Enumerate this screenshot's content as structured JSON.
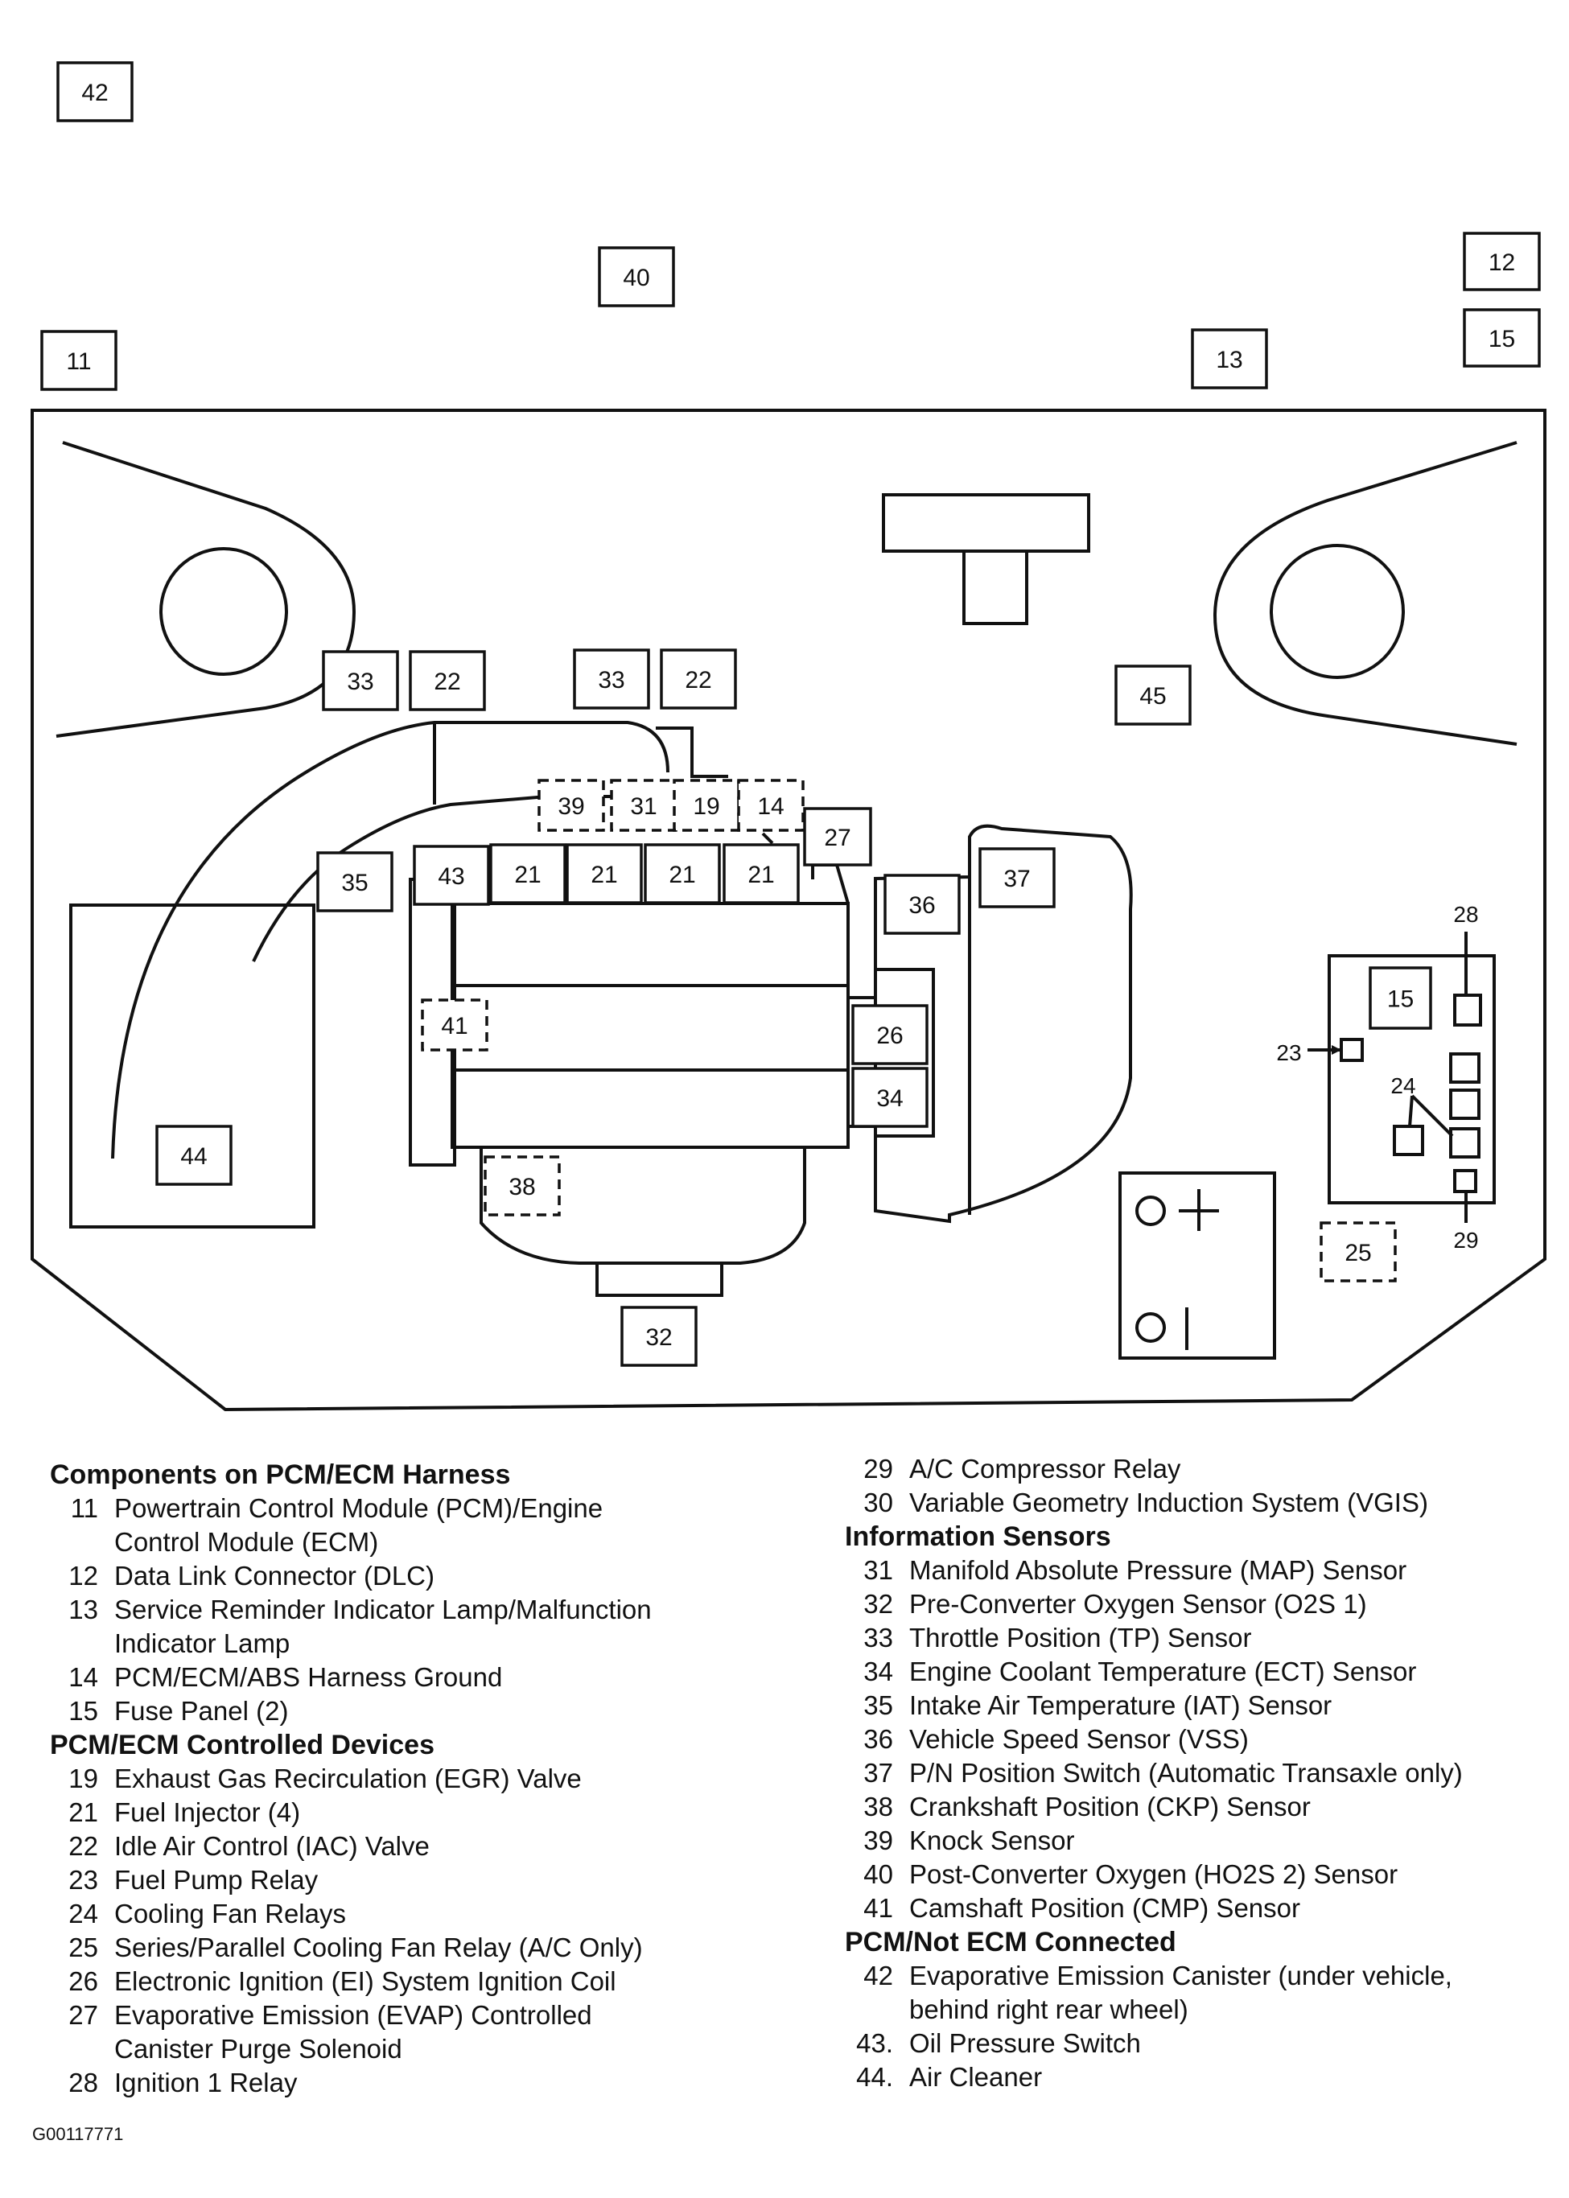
{
  "diagram": {
    "callouts": {
      "c42": "42",
      "c40": "40",
      "c12": "12",
      "c15a": "15",
      "c11": "11",
      "c13": "13",
      "c33a": "33",
      "c22a": "22",
      "c33b": "33",
      "c22b": "22",
      "c45": "45",
      "c39": "39",
      "c31": "31",
      "c19": "19",
      "c14": "14",
      "c27": "27",
      "c35": "35",
      "c43": "43",
      "c21a": "21",
      "c21b": "21",
      "c21c": "21",
      "c21d": "21",
      "c37": "37",
      "c36": "36",
      "c28": "28",
      "c15b": "15",
      "c23": "23",
      "c24": "24",
      "c41": "41",
      "c26": "26",
      "c34": "34",
      "c44": "44",
      "c38": "38",
      "c29": "29",
      "c25": "25",
      "c32": "32"
    },
    "battery_plus": "+"
  },
  "legend": {
    "col1": [
      {
        "type": "header",
        "text": "Components on PCM/ECM Harness"
      },
      {
        "type": "item",
        "num": "11",
        "lines": [
          "Powertrain Control Module (PCM)/Engine",
          "Control Module (ECM)"
        ]
      },
      {
        "type": "item",
        "num": "12",
        "lines": [
          "Data Link Connector (DLC)"
        ]
      },
      {
        "type": "item",
        "num": "13",
        "lines": [
          "Service Reminder Indicator Lamp/Malfunction",
          "Indicator Lamp"
        ]
      },
      {
        "type": "item",
        "num": "14",
        "lines": [
          "PCM/ECM/ABS Harness Ground"
        ]
      },
      {
        "type": "item",
        "num": "15",
        "lines": [
          "Fuse Panel (2)"
        ]
      },
      {
        "type": "header",
        "text": "PCM/ECM Controlled Devices"
      },
      {
        "type": "item",
        "num": "19",
        "lines": [
          "Exhaust Gas Recirculation (EGR) Valve"
        ]
      },
      {
        "type": "item",
        "num": "21",
        "lines": [
          "Fuel Injector (4)"
        ]
      },
      {
        "type": "item",
        "num": "22",
        "lines": [
          "Idle Air Control (IAC) Valve"
        ]
      },
      {
        "type": "item",
        "num": "23",
        "lines": [
          "Fuel Pump Relay"
        ]
      },
      {
        "type": "item",
        "num": "24",
        "lines": [
          "Cooling Fan Relays"
        ]
      },
      {
        "type": "item",
        "num": "25",
        "lines": [
          "Series/Parallel Cooling Fan Relay (A/C Only)"
        ]
      },
      {
        "type": "item",
        "num": "26",
        "lines": [
          "Electronic Ignition (EI) System Ignition Coil"
        ]
      },
      {
        "type": "item",
        "num": "27",
        "lines": [
          "Evaporative Emission (EVAP) Controlled",
          "Canister Purge Solenoid"
        ]
      },
      {
        "type": "item",
        "num": "28",
        "lines": [
          "Ignition 1 Relay"
        ]
      }
    ],
    "col2": [
      {
        "type": "item",
        "num": "29",
        "lines": [
          "A/C Compressor Relay"
        ]
      },
      {
        "type": "item",
        "num": "30",
        "lines": [
          "Variable Geometry Induction System (VGIS)"
        ]
      },
      {
        "type": "header",
        "text": "Information Sensors"
      },
      {
        "type": "item",
        "num": "31",
        "lines": [
          "Manifold Absolute Pressure (MAP) Sensor"
        ]
      },
      {
        "type": "item",
        "num": "32",
        "lines": [
          "Pre-Converter Oxygen Sensor (O2S 1)"
        ]
      },
      {
        "type": "item",
        "num": "33",
        "lines": [
          "Throttle Position (TP) Sensor"
        ]
      },
      {
        "type": "item",
        "num": "34",
        "lines": [
          "Engine Coolant Temperature (ECT) Sensor"
        ]
      },
      {
        "type": "item",
        "num": "35",
        "lines": [
          "Intake Air Temperature (IAT) Sensor"
        ]
      },
      {
        "type": "item",
        "num": "36",
        "lines": [
          "Vehicle Speed Sensor (VSS)"
        ]
      },
      {
        "type": "item",
        "num": "37",
        "lines": [
          "P/N Position Switch (Automatic Transaxle only)"
        ]
      },
      {
        "type": "item",
        "num": "38",
        "lines": [
          "Crankshaft Position (CKP) Sensor"
        ]
      },
      {
        "type": "item",
        "num": "39",
        "lines": [
          "Knock Sensor"
        ]
      },
      {
        "type": "item",
        "num": "40",
        "lines": [
          "Post-Converter Oxygen (HO2S 2) Sensor"
        ]
      },
      {
        "type": "item",
        "num": "41",
        "lines": [
          "Camshaft Position (CMP) Sensor"
        ]
      },
      {
        "type": "header",
        "text": "PCM/Not ECM Connected"
      },
      {
        "type": "item",
        "num": "42",
        "lines": [
          "Evaporative Emission Canister (under vehicle,",
          "behind right rear wheel)"
        ]
      },
      {
        "type": "item",
        "num": "43.",
        "lines": [
          "Oil Pressure Switch"
        ]
      },
      {
        "type": "item",
        "num": "44.",
        "lines": [
          "Air Cleaner"
        ]
      }
    ]
  },
  "figure_code": "G00117771"
}
